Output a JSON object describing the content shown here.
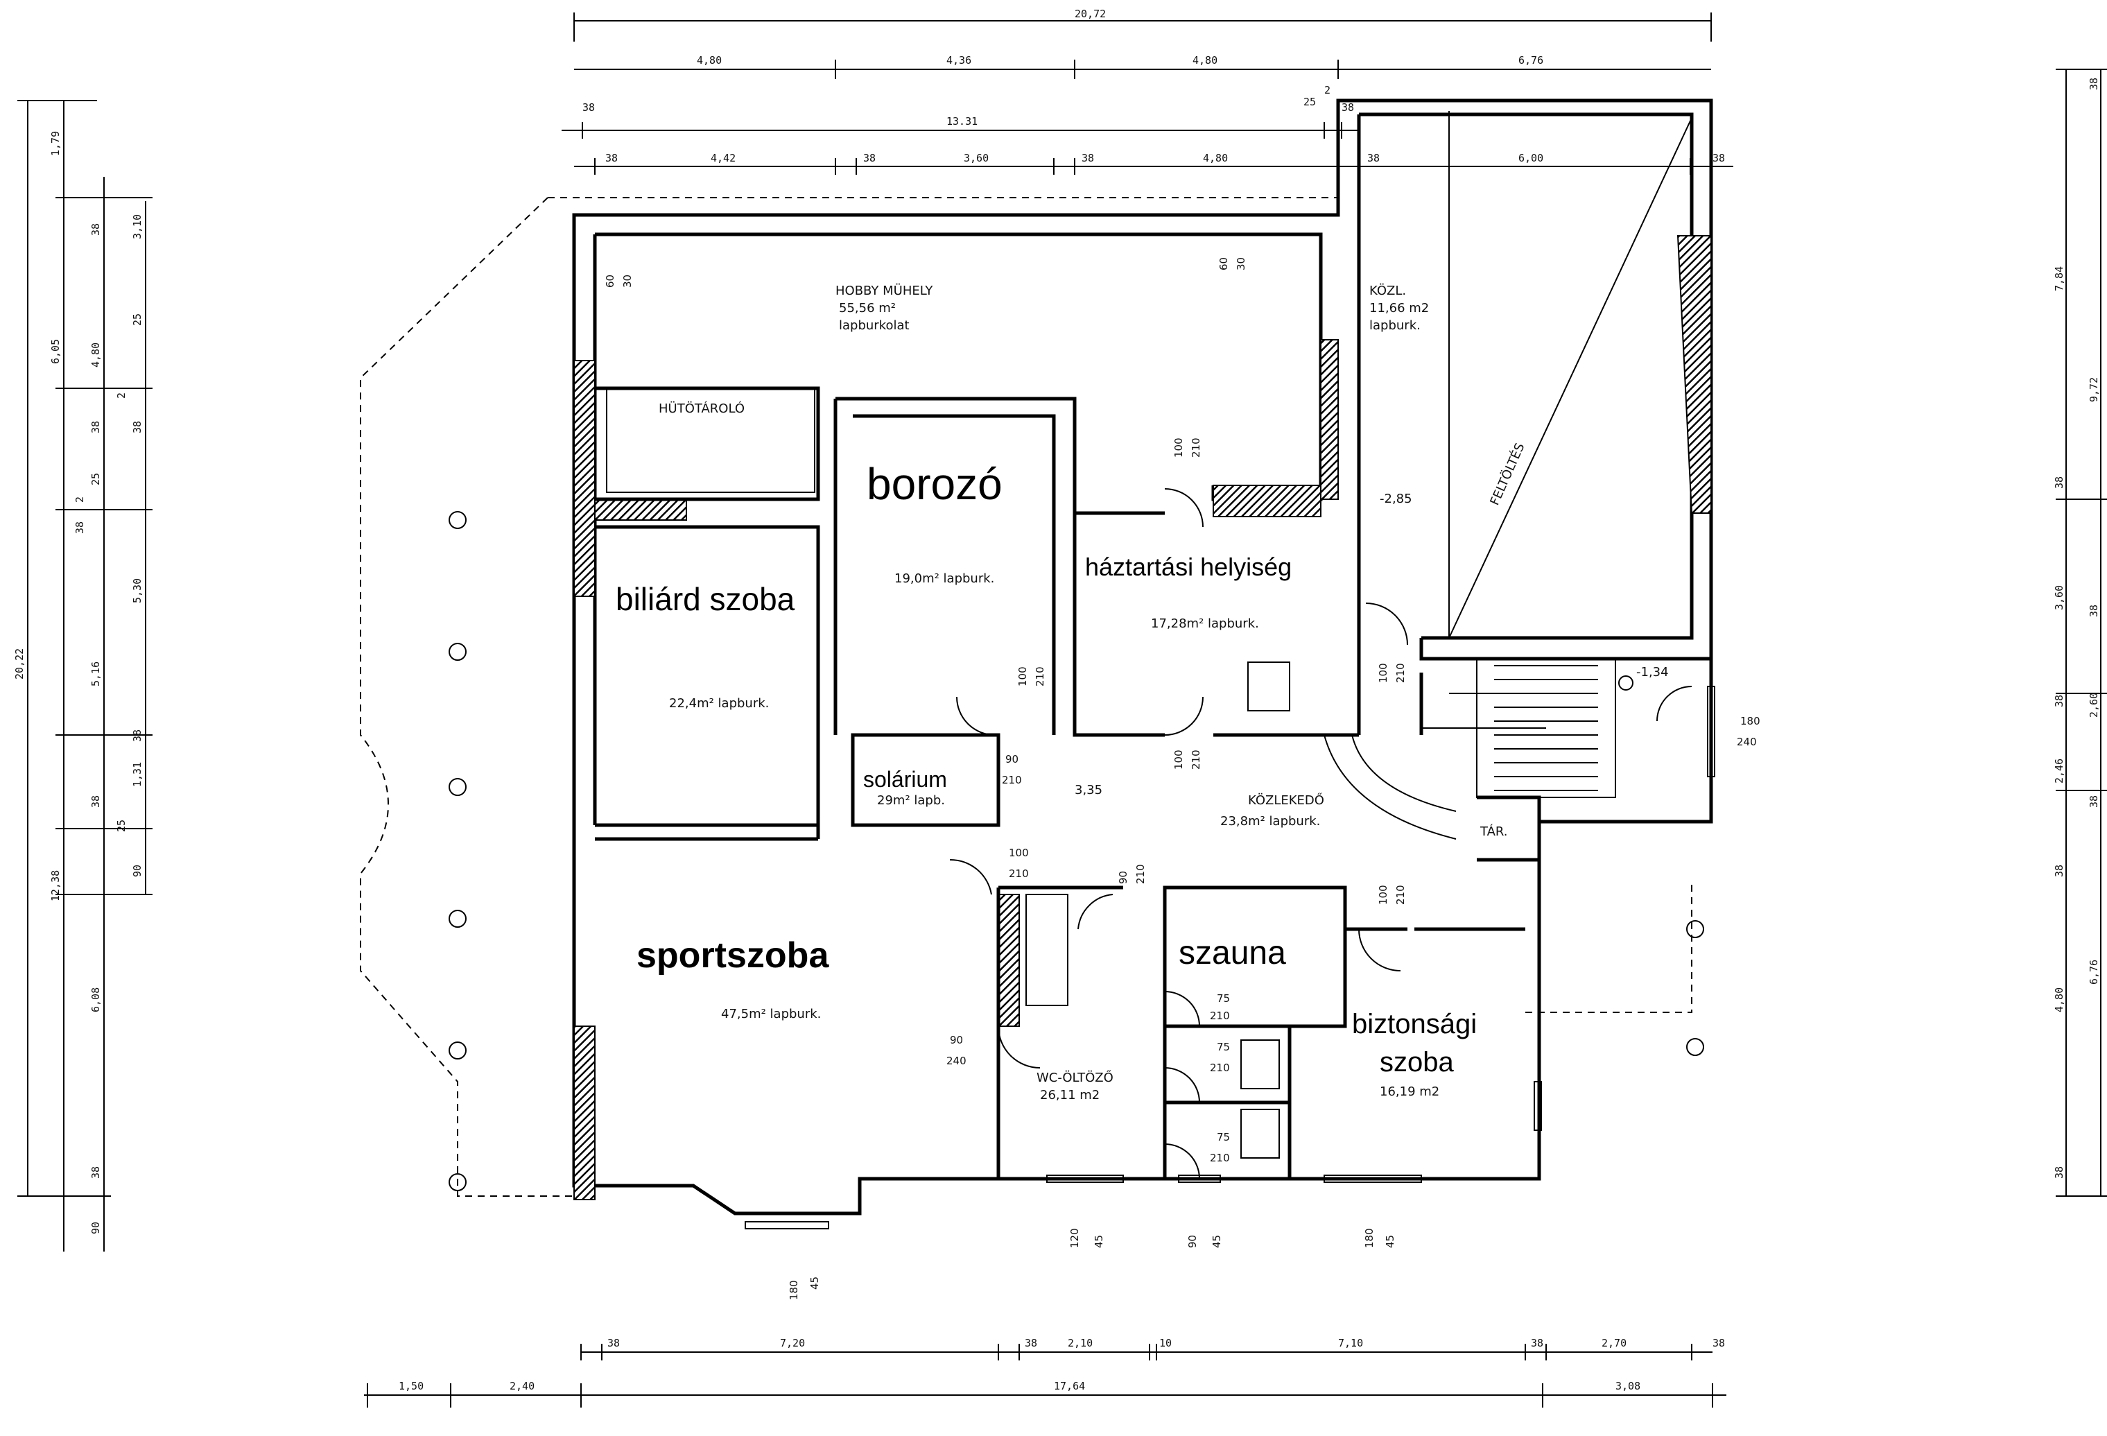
{
  "dims_top": {
    "total": "20,72",
    "row1": [
      "4,80",
      "4,36",
      "4,80",
      "6,76"
    ],
    "row2_label": "13.31",
    "row2_left": "38",
    "row2_right_a": "25",
    "row2_right_b": "2",
    "row2_right_c": "38",
    "row3": [
      "38",
      "4,42",
      "38",
      "3,60",
      "38",
      "4,80",
      "38",
      "6,00",
      "38"
    ]
  },
  "dims_bottom": {
    "row1": [
      "38",
      "7,20",
      "38",
      "2,10",
      "10",
      "7,10",
      "38",
      "2,70",
      "38"
    ],
    "row2": [
      "1,50",
      "2,40",
      "17,64",
      "3,08"
    ]
  },
  "dims_left": {
    "total": "20,22",
    "upper": [
      "1,79",
      "6,05",
      "38",
      "4,80",
      "38",
      "3,10",
      "25",
      "2",
      "38",
      "5,30"
    ],
    "middle": [
      "2",
      "25",
      "38",
      "5,16",
      "38",
      "1,31",
      "38",
      "25",
      "90"
    ],
    "lower": [
      "12,38",
      "6,08",
      "38",
      "90"
    ]
  },
  "dims_right": {
    "items": [
      "38",
      "7,84",
      "9,72",
      "38",
      "3,60",
      "38",
      "38",
      "2,60",
      "2,46",
      "38",
      "38",
      "6,76",
      "4,80",
      "38"
    ]
  },
  "rooms": {
    "hobby": {
      "name": "HOBBY MÜHELY",
      "area": "55,56 m²",
      "floor": "lapburkolat"
    },
    "kozl": {
      "name": "KÖZL.",
      "area": "11,66 m2",
      "floor": "lapburk."
    },
    "hutotarolo": {
      "name": "HÜTÖTÁROLÓ"
    },
    "borozo": {
      "name": "borozó",
      "area": "19,0m² lapburk."
    },
    "haztartasi": {
      "name": "háztartási helyiség",
      "area": "17,28m² lapburk."
    },
    "biliard": {
      "name": "biliárd szoba",
      "area": "22,4m² lapburk."
    },
    "solarium": {
      "name": "solárium",
      "area": "29m² lapb."
    },
    "kozlekedo": {
      "name": "KÖZLEKEDŐ",
      "area": "23,8m² lapburk."
    },
    "sportszoba": {
      "name": "sportszoba",
      "area": "47,5m² lapburk."
    },
    "szauna": {
      "name": "szauna"
    },
    "biztonsagi": {
      "name_line1": "biztonsági",
      "name_line2": "szoba",
      "area": "16,19 m2"
    },
    "wc": {
      "name": "WC-ÖLTÖZŐ",
      "area": "26,11 m2"
    },
    "tar": {
      "name": "TÁR."
    }
  },
  "annotations": {
    "feltoltes": "FELTÖLTÉS",
    "level_a": "-2,85",
    "level_b": "-1,34",
    "level_c": "3,35"
  },
  "openings": {
    "d_60": "60",
    "d_30": "30",
    "d_100": "100",
    "d_210": "210",
    "d_90": "90",
    "d_240": "240",
    "d_75": "75",
    "d_180": "180",
    "d_120": "120",
    "d_45": "45"
  }
}
